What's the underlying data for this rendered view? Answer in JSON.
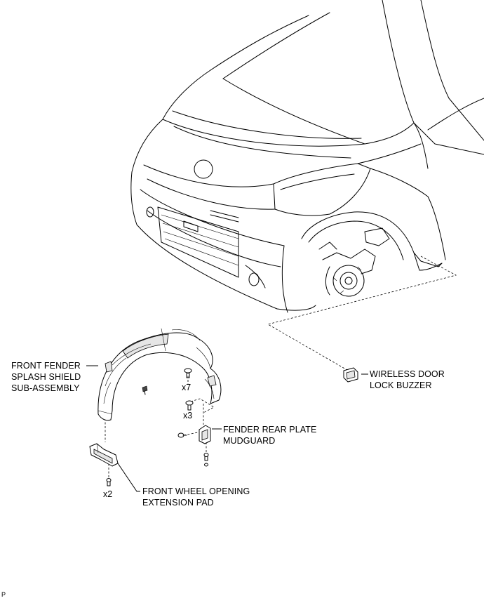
{
  "labels": {
    "front_fender_splash_shield": [
      "FRONT FENDER",
      "SPLASH SHIELD",
      "SUB-ASSEMBLY"
    ],
    "wireless_door_lock_buzzer": [
      "WIRELESS DOOR",
      "LOCK BUZZER"
    ],
    "fender_rear_plate_mudguard": [
      "FENDER REAR PLATE",
      "MUDGUARD"
    ],
    "front_wheel_opening_extension_pad": [
      "FRONT WHEEL OPENING",
      "EXTENSION PAD"
    ]
  },
  "quantities": {
    "clip_upper": "x7",
    "clip_lower": "x3",
    "pad_screws": "x2"
  },
  "corner_code": "P"
}
